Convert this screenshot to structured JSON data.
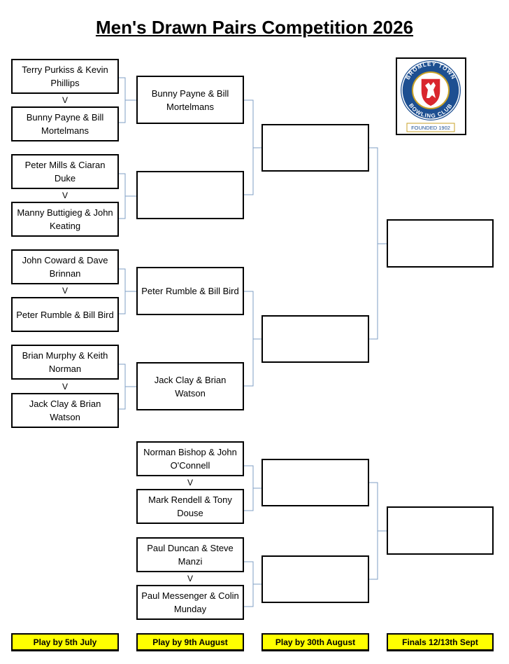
{
  "title": "Men's Drawn Pairs Competition 2026",
  "round1": [
    {
      "team_a": "Terry Purkiss & Kevin Phillips",
      "vs": "V",
      "team_b": "Bunny Payne & Bill Mortelmans"
    },
    {
      "team_a": "Peter Mills & Ciaran Duke",
      "vs": "V",
      "team_b": "Manny Buttigieg & John Keating"
    },
    {
      "team_a": "John Coward & Dave Brinnan",
      "vs": "V",
      "team_b": "Peter Rumble & Bill Bird"
    },
    {
      "team_a": "Brian Murphy & Keith Norman",
      "vs": "V",
      "team_b": "Jack Clay & Brian Watson"
    }
  ],
  "round2": [
    {
      "winner": "Bunny Payne & Bill Mortelmans"
    },
    {
      "winner": ""
    },
    {
      "winner": "Peter Rumble & Bill Bird"
    },
    {
      "winner": "Jack Clay & Brian Watson"
    }
  ],
  "round2_lower": [
    {
      "team_a": "Norman Bishop & John O'Connell",
      "vs": "V",
      "team_b": "Mark Rendell & Tony Douse"
    },
    {
      "team_a": "Paul Duncan & Steve Manzi",
      "vs": "V",
      "team_b": "Paul Messenger & Colin Munday"
    }
  ],
  "round3": [
    "",
    "",
    "",
    ""
  ],
  "finals": [
    "",
    ""
  ],
  "deadlines": [
    "Play by 5th July",
    "Play by 9th August",
    "Play by 30th August",
    "Finals 12/13th Sept"
  ],
  "logo": {
    "top_text": "BROMLEY TOWN",
    "bottom_text": "BOWLING CLUB",
    "founded": "FOUNDED 1902",
    "colors": {
      "ring": "#1d4f91",
      "shield": "#d9272e",
      "gold": "#c9a227"
    }
  }
}
